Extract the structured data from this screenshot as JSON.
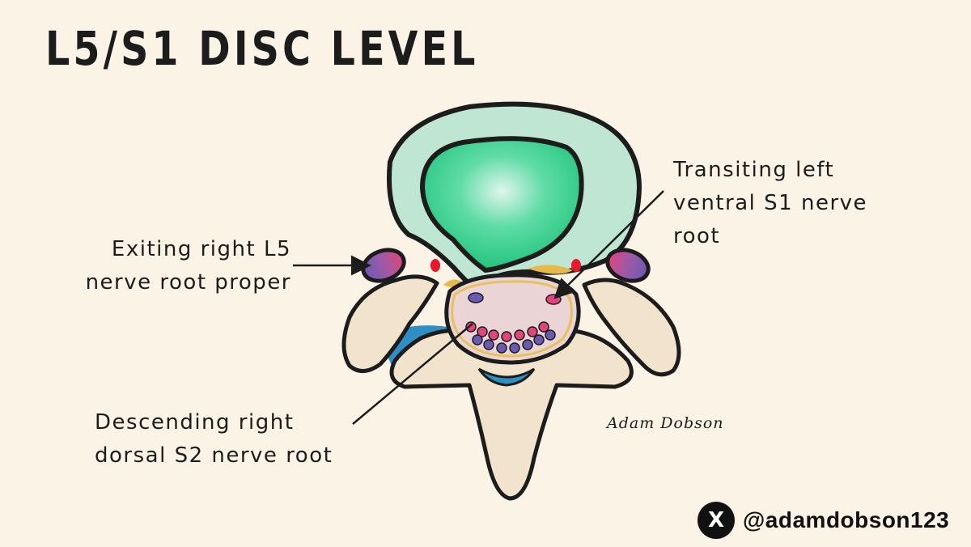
{
  "title": "L5/S1 DISC LEVEL",
  "labels": {
    "exiting_l5": [
      "Exiting right L5",
      "nerve root proper"
    ],
    "transiting_s1": [
      "Transiting left",
      "ventral S1 nerve",
      "root"
    ],
    "descending_s2": [
      "Descending right",
      "dorsal S2 nerve root"
    ]
  },
  "signature": "Adam Dobson",
  "social": {
    "icon": "x-logo-icon",
    "handle": "@adamdobson123"
  },
  "colors": {
    "background": "#fbf4e6",
    "annulus": "#bfe5d3",
    "nucleus": "#36d08e",
    "bone": "#f2e3cc",
    "thecal_sac": "#ead4d6",
    "nerve_pink": "#e0467e",
    "nerve_purple": "#6a5ab3",
    "artery": "#e8172b",
    "ligament_blue": "#2d8fc4"
  }
}
